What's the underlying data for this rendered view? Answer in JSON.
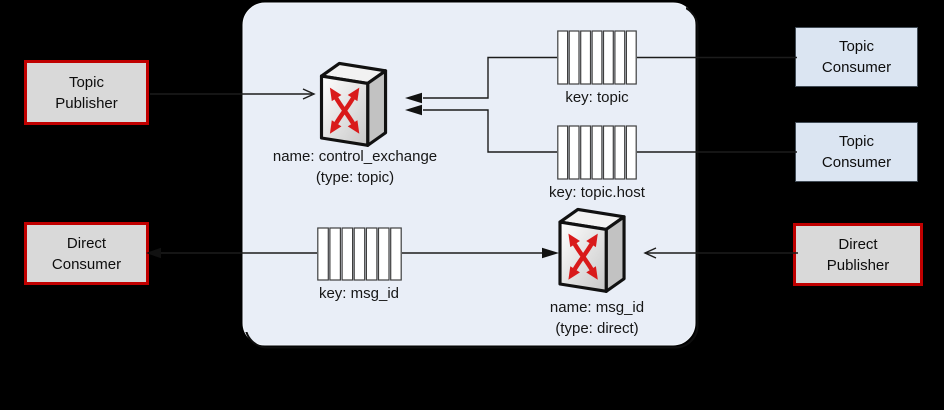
{
  "diagram": {
    "kind": "message-broker-architecture",
    "colors": {
      "background": "#000000",
      "panel_fill": "#e9eef7",
      "panel_edge_highlight": "#f2f6fc",
      "panel_shadow": "#0d0d0d",
      "line": "#1c1c1c",
      "red_border": "#c00000",
      "gray_node_fill": "#d9d9d9",
      "blue_node_fill": "#dbe5f2",
      "queue_fill": "#ffffff",
      "queue_stroke": "#3f3f3f",
      "exchange_arrow_red": "#d91a1a"
    }
  },
  "nodes": {
    "topic_publisher": {
      "label": "Topic\nPublisher"
    },
    "direct_consumer": {
      "label": "Direct\nConsumer"
    },
    "topic_consumer_1": {
      "label": "Topic\nConsumer"
    },
    "topic_consumer_2": {
      "label": "Topic\nConsumer"
    },
    "direct_publisher": {
      "label": "Direct\nPublisher"
    }
  },
  "exchanges": {
    "control": {
      "name_label": "name: control_exchange",
      "type_label": "(type: topic)"
    },
    "direct": {
      "name_label": "name: msg_id",
      "type_label": "(type: direct)"
    }
  },
  "queues": [
    {
      "label": "key: topic",
      "cells": 7
    },
    {
      "label": "key: topic.host",
      "cells": 7
    },
    {
      "label": "key: msg_id",
      "cells": 7
    }
  ]
}
